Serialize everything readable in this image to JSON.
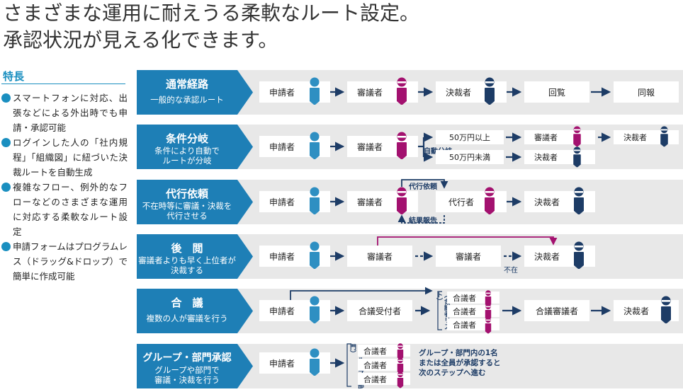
{
  "title": {
    "line1": "さまざまな運用に耐えうる柔軟なルート設定。",
    "line2": "承認状況が見える化できます。"
  },
  "features": {
    "heading": "特長",
    "items": [
      "スマートフォンに対応、出張などによる外出時でも申請・承認可能",
      "ログインした人の「社内規程」「組織図」に紐づいた決裁ルートを自動生成",
      "複雑なフロー、例外的なフローなどのさまざまな運用に対応する柔軟なルート設定",
      "申請フォームはプログラムレス（ドラッグ&ドロップ）で簡単に作成可能"
    ]
  },
  "colors": {
    "accent": "#1e7fb6",
    "applicant": "#2e8fc2",
    "reviewer": "#a3116f",
    "approver": "#1d3c66"
  },
  "rows": {
    "normal": {
      "title": "通常経路",
      "sub": "一般的な承認ルート",
      "applicant": "申請者",
      "reviewer": "審議者",
      "approver": "決裁者",
      "circulation": "回覧",
      "cc": "同報"
    },
    "branch": {
      "title": "条件分岐",
      "sub1": "条件により自動で",
      "sub2": "ルートが分岐",
      "applicant": "申請者",
      "reviewer": "審議者",
      "auto": "自動分岐",
      "over": "50万円以上",
      "under": "50万円未満",
      "reviewer2": "審議者",
      "approver_top": "決裁者",
      "approver_bottom": "決裁者"
    },
    "proxy": {
      "title": "代行依頼",
      "sub1": "不在時等に審議・決裁を",
      "sub2": "代行させる",
      "applicant": "申請者",
      "reviewer": "審議者",
      "request": "代行依頼",
      "proxy": "代行者",
      "report": "結果報告",
      "approver": "決裁者"
    },
    "post": {
      "title": "後　閲",
      "sub1": "審議者よりも早く上位者が",
      "sub2": "決裁する",
      "applicant": "申請者",
      "reviewer1": "審議者",
      "reviewer2": "審議者",
      "absent": "不在",
      "approver": "決裁者"
    },
    "consult": {
      "title": "合　議",
      "sub": "複数の人が審議を行う",
      "applicant": "申請者",
      "receiver": "合議受付者",
      "list": "（合議者リスト）",
      "member1": "合議者",
      "member2": "合議者",
      "member3": "合議者",
      "council": "合議審議者",
      "approver": "決裁者"
    },
    "group": {
      "title": "グループ・部門承認",
      "sub1": "グループや部門で",
      "sub2": "審議・決裁を行う",
      "applicant": "申請者",
      "unit": "（グループ・部門）",
      "member1": "合議者",
      "member2": "合議者",
      "member3": "合議者",
      "note1": "グループ・部門内の1名",
      "note2": "または全員が承認すると",
      "note3": "次のステップへ進む"
    }
  }
}
